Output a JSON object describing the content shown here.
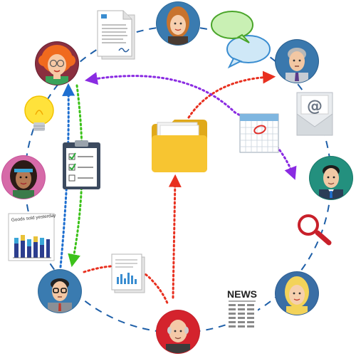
{
  "diagram": {
    "nodes": [
      {
        "id": "woman-redhead",
        "kind": "person"
      },
      {
        "id": "woman-brown-hair",
        "kind": "person"
      },
      {
        "id": "man-grey-hair",
        "kind": "person"
      },
      {
        "id": "man-dark-hair",
        "kind": "person"
      },
      {
        "id": "woman-blonde",
        "kind": "person"
      },
      {
        "id": "man-bald",
        "kind": "person"
      },
      {
        "id": "man-glasses",
        "kind": "person"
      },
      {
        "id": "woman-headband",
        "kind": "person"
      },
      {
        "id": "contract-document",
        "kind": "icon"
      },
      {
        "id": "speech-bubbles",
        "kind": "icon"
      },
      {
        "id": "email-envelope",
        "kind": "icon"
      },
      {
        "id": "calendar",
        "kind": "icon"
      },
      {
        "id": "magnifier",
        "kind": "icon"
      },
      {
        "id": "newspaper",
        "kind": "icon"
      },
      {
        "id": "chart-report",
        "kind": "icon"
      },
      {
        "id": "lightbulb",
        "kind": "icon"
      },
      {
        "id": "checklist-clipboard",
        "kind": "icon"
      },
      {
        "id": "shared-folder",
        "kind": "icon"
      }
    ],
    "arrows": [
      {
        "from": "shared-folder",
        "to": "man-grey-hair",
        "color": "#e8301f",
        "style": "dotted"
      },
      {
        "from": "man-bald",
        "to": "shared-folder",
        "color": "#e8301f",
        "style": "dotted"
      },
      {
        "from": "woman-redhead",
        "to": "man-dark-hair",
        "color": "#8a2be2",
        "style": "dotted",
        "bidirectional": true
      },
      {
        "from": "man-glasses",
        "to": "woman-redhead",
        "color": "#1e6fd0",
        "style": "dotted"
      },
      {
        "from": "woman-redhead",
        "to": "man-glasses",
        "color": "#3cc21a",
        "style": "dotted"
      },
      {
        "from": "man-glasses",
        "to": "man-bald",
        "color": "#e8301f",
        "style": "dotted"
      }
    ],
    "ring_color": "#1e5fa8",
    "ring_style": "dashed"
  },
  "labels": {
    "news_headline": "NEWS",
    "chart_report_title": "Goods sold yesterday"
  },
  "colors": {
    "folder": "#f7c531",
    "arrow_red": "#e8301f",
    "arrow_purple": "#8a2be2",
    "arrow_blue": "#1e6fd0",
    "arrow_green": "#3cc21a",
    "ring": "#1e5fa8"
  }
}
